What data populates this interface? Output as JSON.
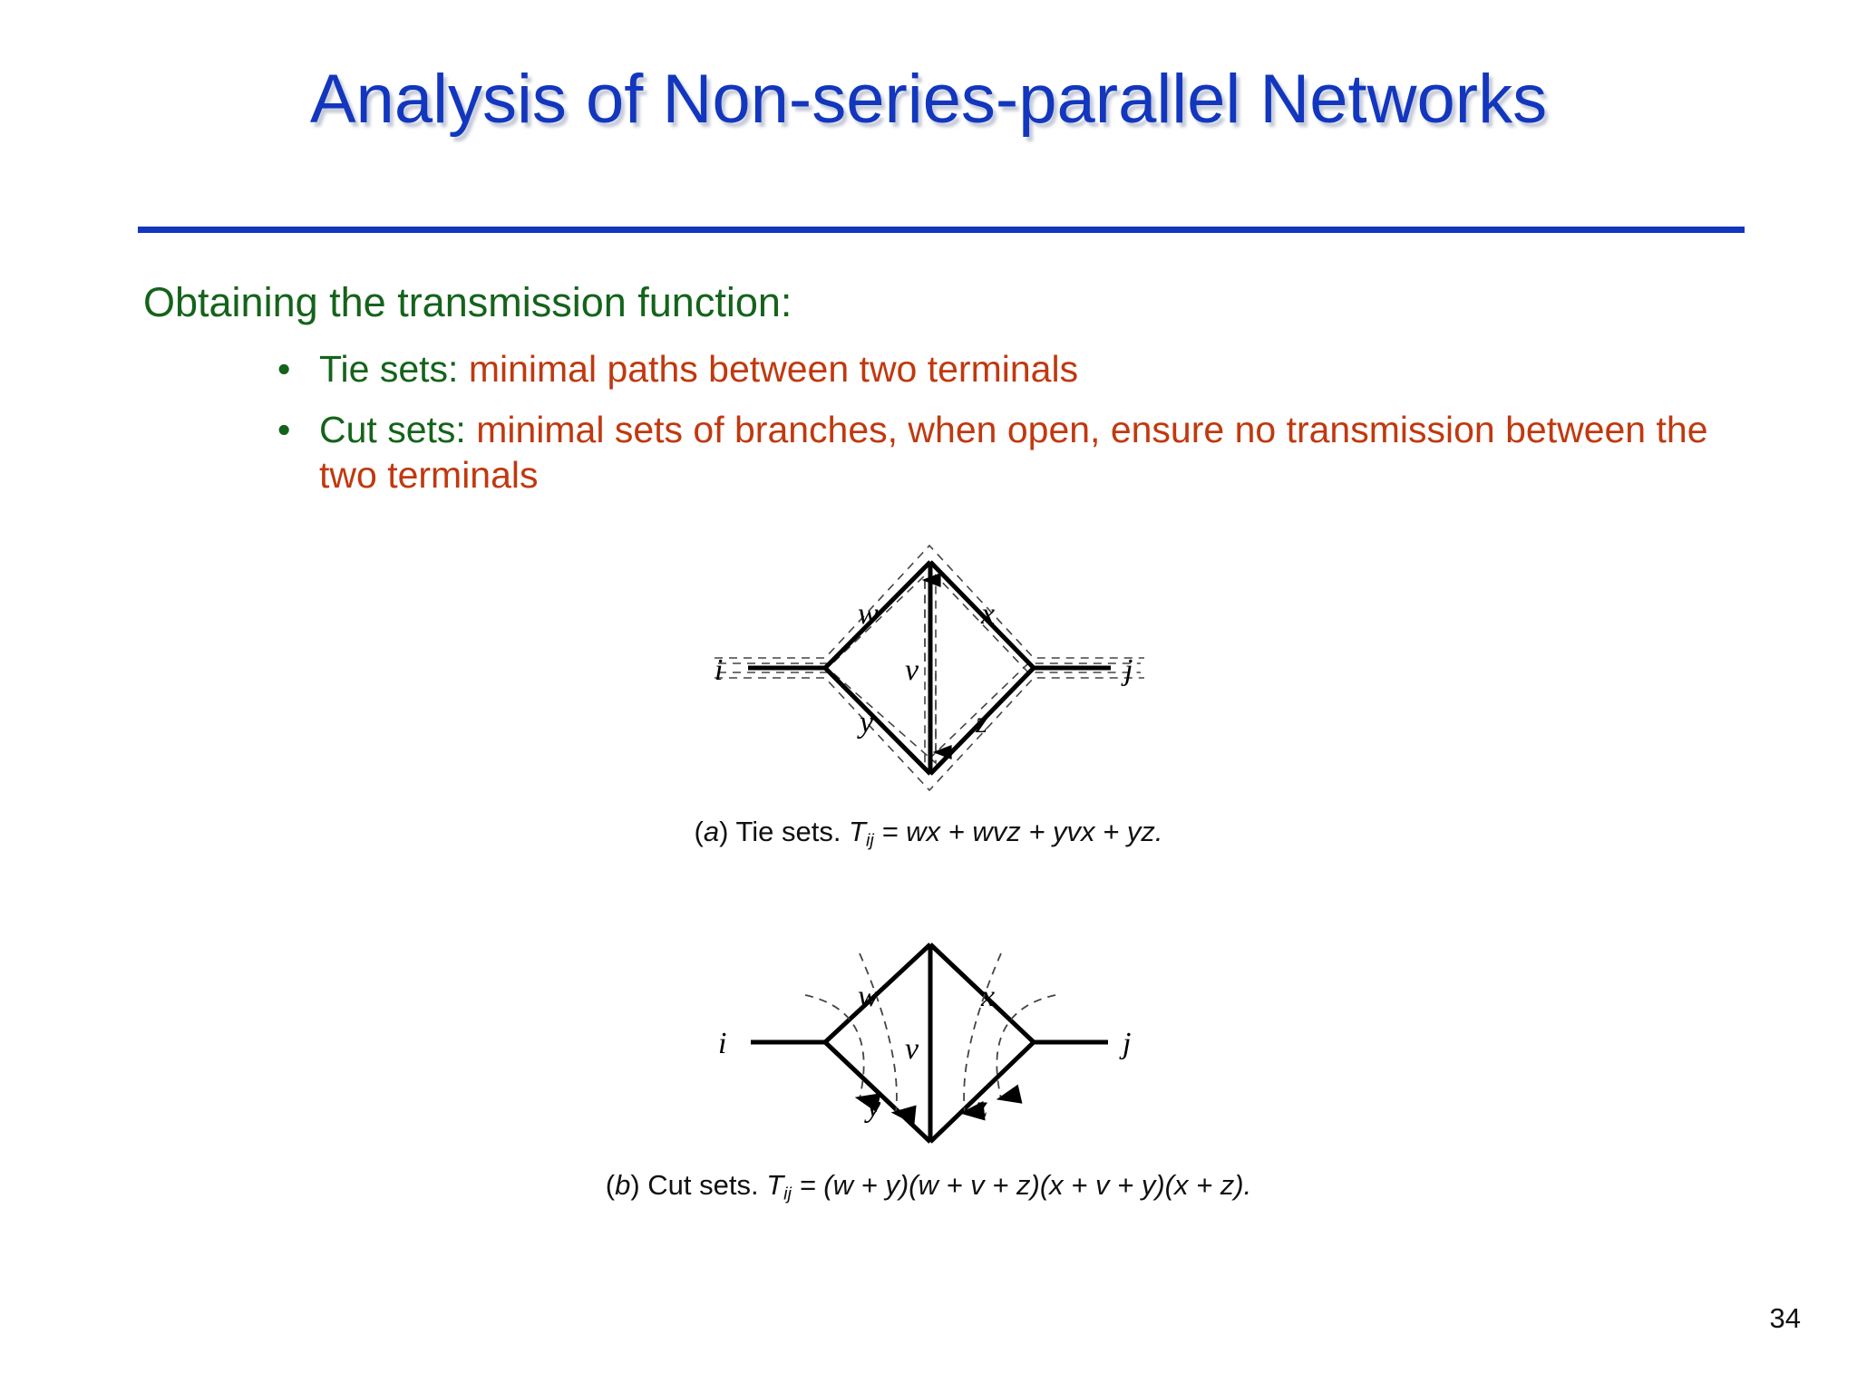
{
  "slide": {
    "title": "Analysis of Non-series-parallel Networks",
    "title_color": "#1236BE",
    "rule_color": "#1236BE",
    "page_number": "34",
    "background": "#FFFFFF"
  },
  "body": {
    "lead_line": "Obtaining the transmission function:",
    "lead_color": "#15631B",
    "bullets": [
      {
        "marker": "•",
        "label": "Tie sets:",
        "label_color": "#15631B",
        "description": "minimal paths between two terminals",
        "description_color": "#C0390F"
      },
      {
        "marker": "•",
        "label": "Cut sets:",
        "label_color": "#15631B",
        "description": "minimal sets of branches, when open, ensure no transmission between the two terminals",
        "description_color": "#C0390F"
      }
    ]
  },
  "figures": [
    {
      "id": "a",
      "kind": "tie-sets",
      "nodes": [
        "i",
        "j",
        "top",
        "bottom"
      ],
      "terminal_left": "i",
      "terminal_right": "j",
      "branch_labels": [
        "w",
        "x",
        "v",
        "y",
        "z"
      ],
      "caption_prefix": "(",
      "caption_letter": "a",
      "caption_mid": ") Tie sets.  ",
      "caption_symbol": "T",
      "caption_sub": "ij",
      "caption_expr": " = wx + wvz + yvx + yz.",
      "tie_sets": [
        "wx",
        "wvz",
        "yvx",
        "yz"
      ]
    },
    {
      "id": "b",
      "kind": "cut-sets",
      "nodes": [
        "i",
        "j",
        "top",
        "bottom"
      ],
      "terminal_left": "i",
      "terminal_right": "j",
      "branch_labels": [
        "w",
        "x",
        "v",
        "y",
        "z"
      ],
      "caption_prefix": "(",
      "caption_letter": "b",
      "caption_mid": ") Cut sets.  ",
      "caption_symbol": "T",
      "caption_sub": "ij",
      "caption_expr": " = (w + y)(w + v + z)(x + v + y)(x + z).",
      "cut_sets": [
        "w + y",
        "w + v + z",
        "x + v + y",
        "x + z"
      ]
    }
  ]
}
